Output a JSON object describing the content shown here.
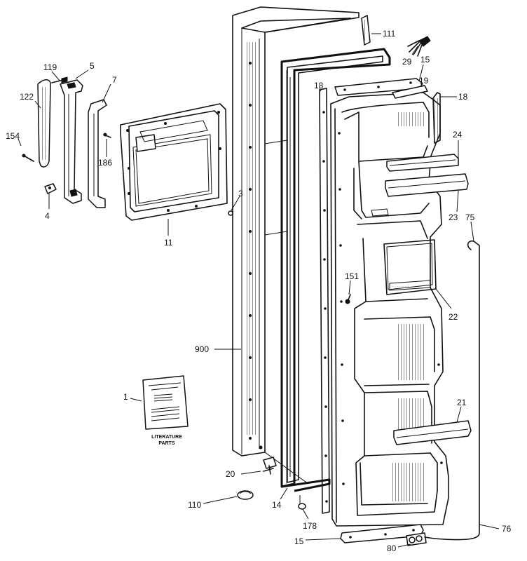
{
  "diagram": {
    "part_labels": [
      "111",
      "29",
      "15",
      "19",
      "18",
      "18",
      "119",
      "5",
      "7",
      "122",
      "154",
      "186",
      "4",
      "3",
      "11",
      "24",
      "23",
      "75",
      "151",
      "22",
      "900",
      "1",
      "21",
      "20",
      "110",
      "14",
      "178",
      "15",
      "80",
      "76"
    ],
    "literature_caption": [
      "LITERATURE",
      "PARTS"
    ]
  }
}
